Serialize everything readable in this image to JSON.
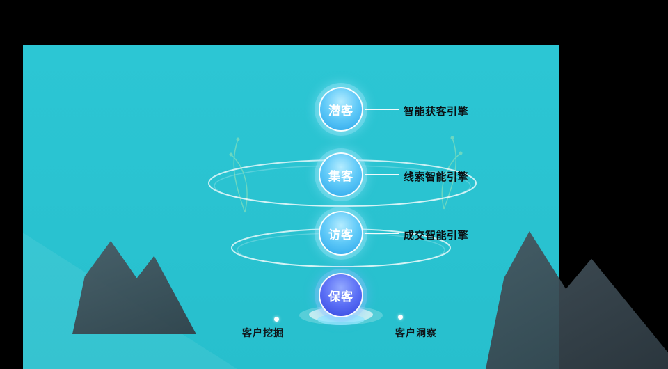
{
  "funnel": {
    "stages": [
      {
        "label": "潜客"
      },
      {
        "label": "集客"
      },
      {
        "label": "访客"
      },
      {
        "label": "保客"
      }
    ],
    "engines": [
      {
        "label": "智能获客引擎"
      },
      {
        "label": "线索智能引擎"
      },
      {
        "label": "成交智能引擎"
      }
    ],
    "footer_items": [
      {
        "label": "客户挖掘"
      },
      {
        "label": "客户洞察"
      }
    ]
  },
  "colors": {
    "background": "#000000",
    "panel_teal": "#2ac3d1",
    "stage_blue": "#38b0f0",
    "retain_blue": "#4256ea",
    "ring_white": "#ffffff",
    "label_text": "#0b0f12",
    "mountain_dark": "#3a474f",
    "sprig_green": "#d6f7a8"
  }
}
